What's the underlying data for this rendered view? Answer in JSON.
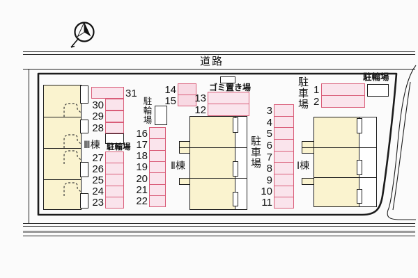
{
  "road": {
    "label": "道路"
  },
  "buildings": {
    "b1": {
      "label": "Ⅰ棟"
    },
    "b2": {
      "label": "Ⅱ棟"
    },
    "b3": {
      "label": "Ⅲ棟"
    }
  },
  "labels": {
    "garbage": "ゴミ置き場",
    "bicycle_top_right": "駐輪場",
    "bicycle_left": "駐輪場",
    "bicycle_middle": "駐輪場",
    "car_parking_right": "駐車場",
    "car_parking_middle": "駐車場"
  },
  "spots": {
    "n1": "1",
    "n2": "2",
    "n3": "3",
    "n4": "4",
    "n5": "5",
    "n6": "6",
    "n7": "7",
    "n8": "8",
    "n9": "9",
    "n10": "10",
    "n11": "11",
    "n12": "12",
    "n13": "13",
    "n14": "14",
    "n15": "15",
    "n16": "16",
    "n17": "17",
    "n18": "18",
    "n19": "19",
    "n20": "20",
    "n21": "21",
    "n22": "22",
    "n23": "23",
    "n24": "24",
    "n25": "25",
    "n26": "26",
    "n27": "27",
    "n28": "28",
    "n29": "29",
    "n30": "30",
    "n31": "31"
  },
  "colors": {
    "building_fill": "#faf3cf",
    "spot_fill": "#fae4ec",
    "spot_border": "#d95c78",
    "line": "#1c1c1c"
  }
}
